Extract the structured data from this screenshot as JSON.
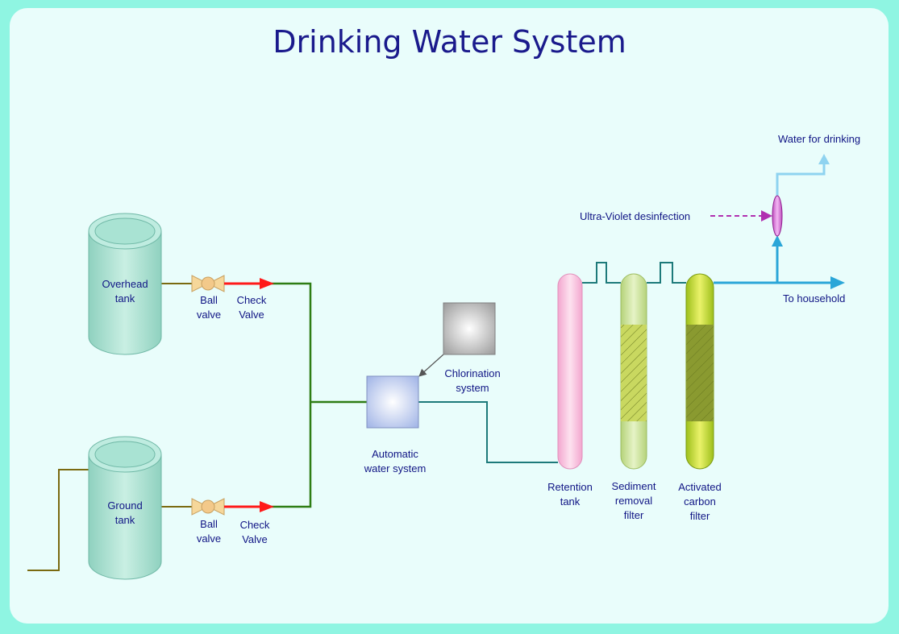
{
  "title": "Drinking Water System",
  "labels": {
    "overhead_tank": "Overhead\ntank",
    "ground_tank": "Ground\ntank",
    "ball_valve_top": "Ball\nvalve",
    "check_valve_top": "Check\nValve",
    "ball_valve_bottom": "Ball\nvalve",
    "check_valve_bottom": "Check\nValve",
    "automatic_water_system": "Automatic\nwater system",
    "chlorination_system": "Chlorination\nsystem",
    "retention_tank": "Retention\ntank",
    "sediment_filter": "Sediment\nremoval\nfilter",
    "carbon_filter": "Activated\ncarbon\nfilter",
    "uv_disinfection": "Ultra-Violet desinfection",
    "water_for_drinking": "Water for drinking",
    "to_household": "To household"
  },
  "colors": {
    "background": "#8ff5e2",
    "panel": "#e9fdfb",
    "pipe_green": "#2e7d14",
    "pipe_brown": "#7a6a10",
    "pipe_teal": "#1d7a7a",
    "pipe_blue": "#2aa6d8",
    "pipe_lightblue": "#8fd3f0",
    "check_valve_red": "#ff1a1a",
    "uv_purple": "#b030b0",
    "label_text": "#101585"
  },
  "icons": [
    "cylinder-tank-icon",
    "ball-valve-icon",
    "check-valve-arrow-icon",
    "filter-column-icon",
    "uv-lamp-icon"
  ]
}
